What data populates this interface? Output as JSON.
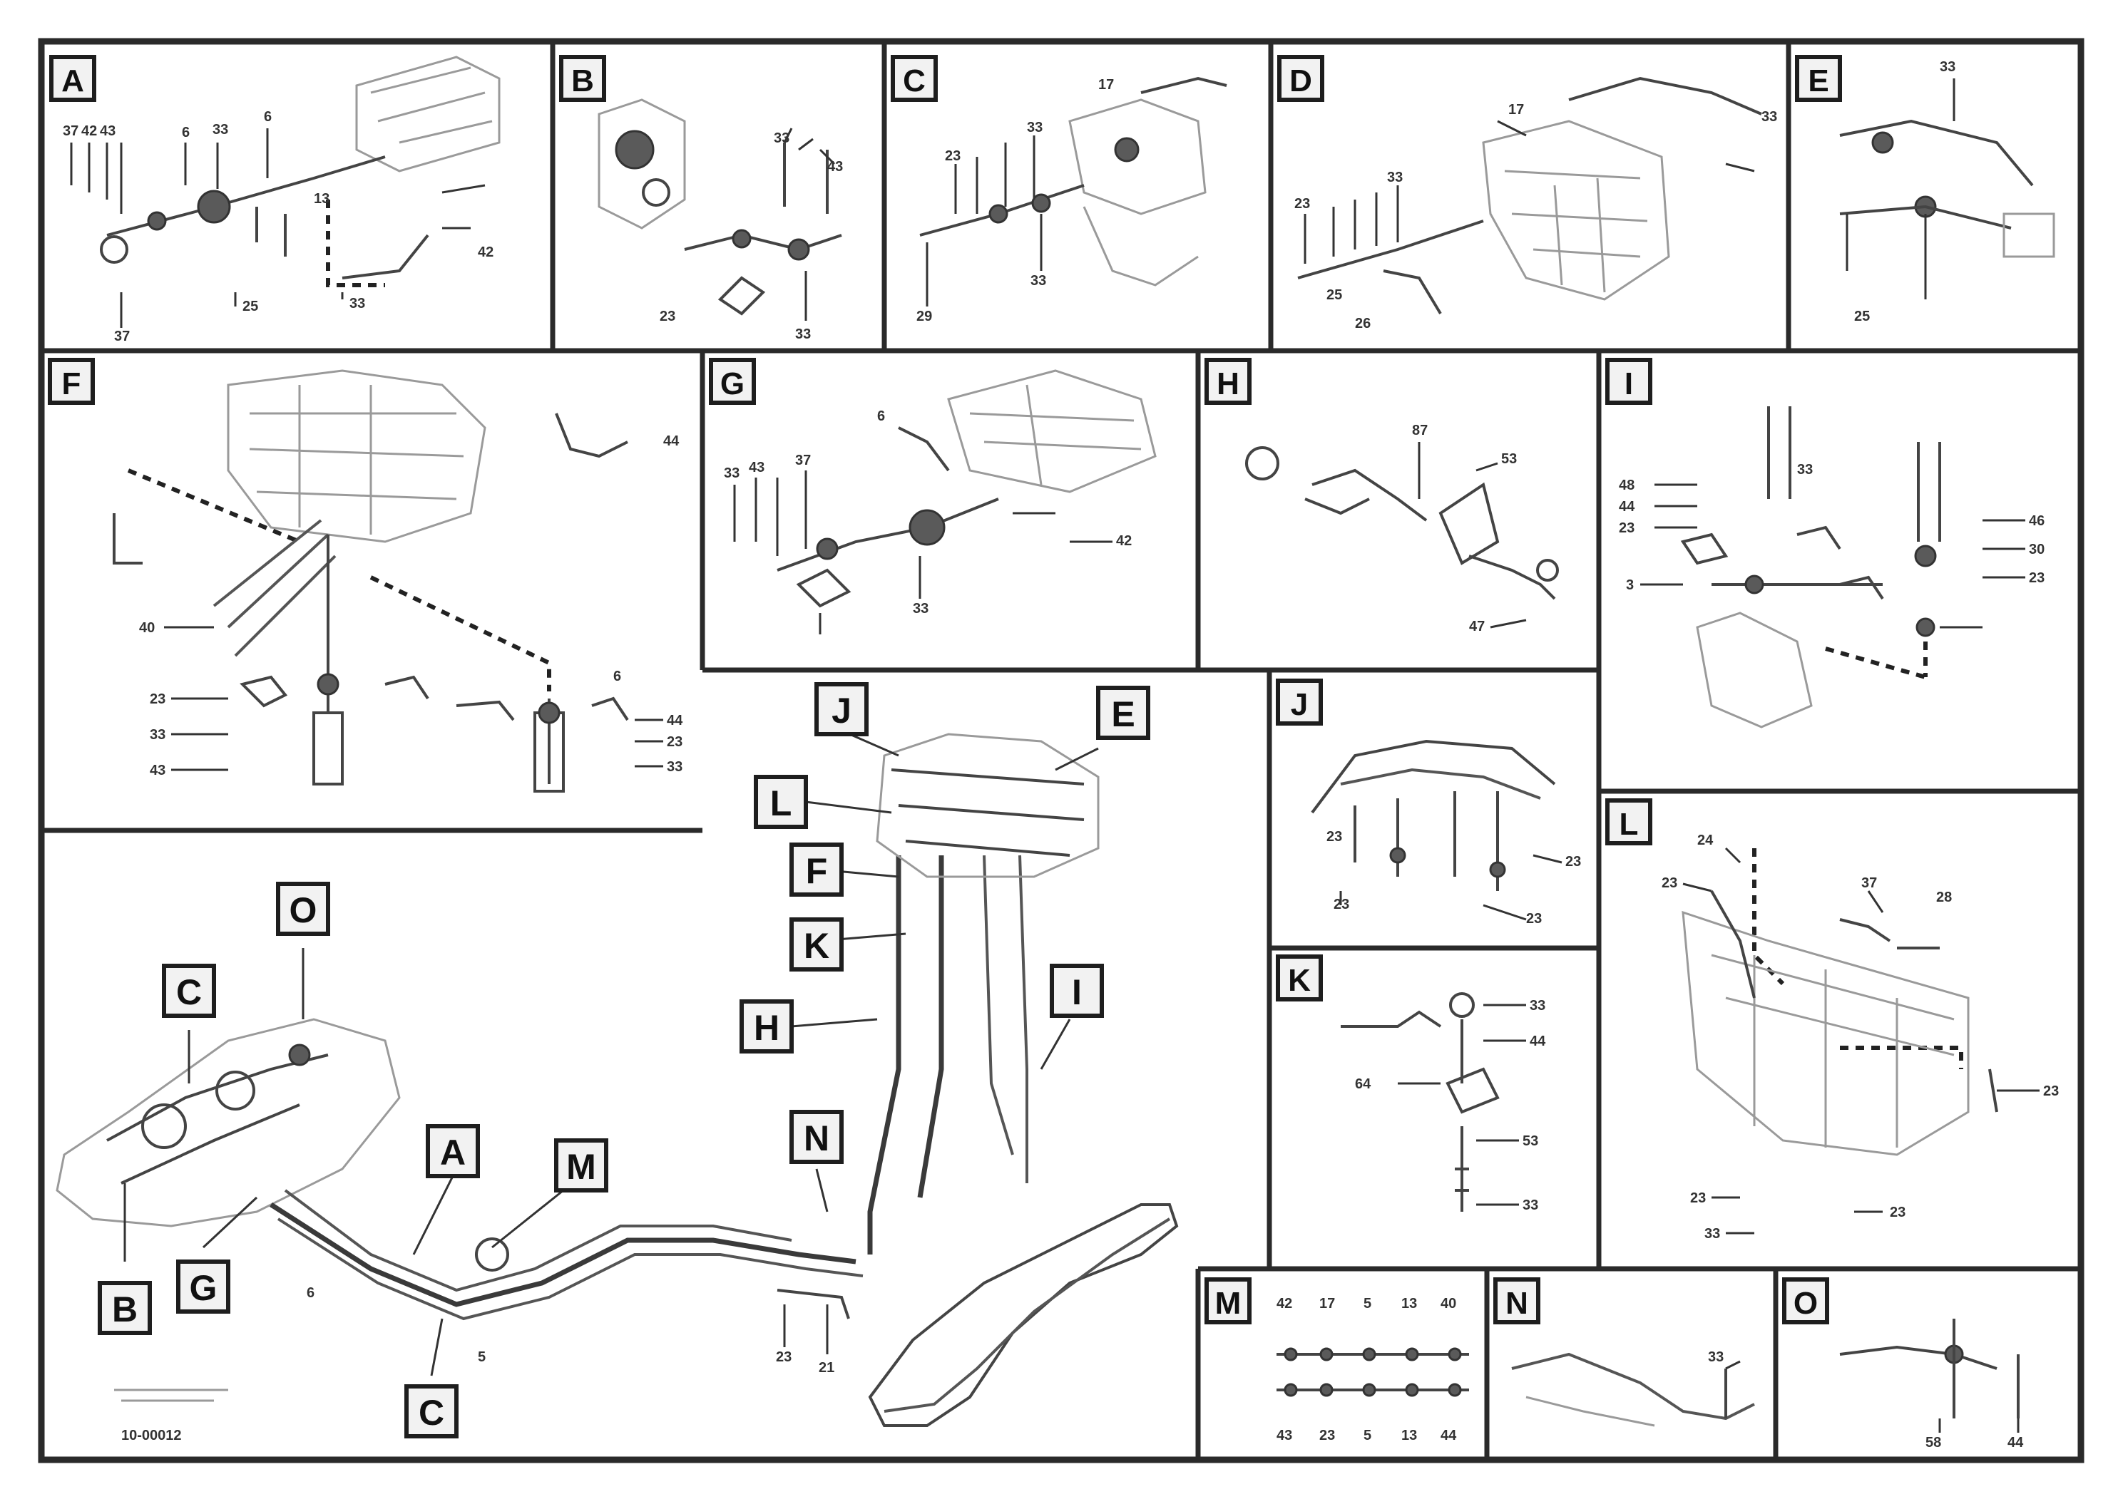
{
  "figure_code": "10-00012",
  "frame_label": "J",
  "panels": [
    {
      "id": "A",
      "label": "A"
    },
    {
      "id": "B",
      "label": "B"
    },
    {
      "id": "C",
      "label": "C"
    },
    {
      "id": "D",
      "label": "D"
    },
    {
      "id": "E",
      "label": "E"
    },
    {
      "id": "F",
      "label": "F"
    },
    {
      "id": "G",
      "label": "G"
    },
    {
      "id": "H",
      "label": "H"
    },
    {
      "id": "I",
      "label": "I"
    },
    {
      "id": "J",
      "label": "J"
    },
    {
      "id": "K",
      "label": "K"
    },
    {
      "id": "L",
      "label": "L"
    },
    {
      "id": "M",
      "label": "M"
    },
    {
      "id": "N",
      "label": "N"
    },
    {
      "id": "O",
      "label": "O"
    }
  ],
  "overview_callouts": [
    {
      "id": "O",
      "label": "O"
    },
    {
      "id": "C",
      "label": "C"
    },
    {
      "id": "B",
      "label": "B"
    },
    {
      "id": "G",
      "label": "G"
    },
    {
      "id": "A",
      "label": "A"
    },
    {
      "id": "M",
      "label": "M"
    },
    {
      "id": "C2",
      "label": "C"
    },
    {
      "id": "J",
      "label": "J"
    },
    {
      "id": "E",
      "label": "E"
    },
    {
      "id": "L",
      "label": "L"
    },
    {
      "id": "F",
      "label": "F"
    },
    {
      "id": "K",
      "label": "K"
    },
    {
      "id": "H",
      "label": "H"
    },
    {
      "id": "I",
      "label": "I"
    },
    {
      "id": "N",
      "label": "N"
    }
  ],
  "part_numbers": {
    "a1": "37",
    "a2": "42",
    "a3": "43",
    "a4": "6",
    "a5": "33",
    "a6": "6",
    "a7": "13",
    "a8": "42",
    "a9": "25",
    "a10": "33",
    "a11": "37",
    "b1": "33",
    "b2": "43",
    "b3": "23",
    "b4": "33",
    "c1": "17",
    "c2": "23",
    "c3": "33",
    "c4": "33",
    "c5": "29",
    "d1": "17",
    "d2": "23",
    "d3": "33",
    "d4": "25",
    "d5": "26",
    "d6": "33",
    "e1": "33",
    "e2": "25",
    "f1": "23",
    "f2": "33",
    "f3": "43",
    "f4": "44",
    "f5": "23",
    "f6": "33",
    "f7": "44",
    "f8": "40",
    "f9": "6",
    "g1": "33",
    "g2": "43",
    "g3": "37",
    "g4": "6",
    "g5": "33",
    "g6": "42",
    "h1": "87",
    "h2": "53",
    "h3": "47",
    "i1": "48",
    "i2": "44",
    "i3": "23",
    "i4": "33",
    "i5": "3",
    "i6": "46",
    "i7": "30",
    "i8": "23",
    "j1": "23",
    "j2": "23",
    "j3": "23",
    "j4": "23",
    "k1": "33",
    "k2": "44",
    "k3": "64",
    "k4": "53",
    "k5": "33",
    "l1": "24",
    "l2": "23",
    "l3": "37",
    "l4": "28",
    "l5": "23",
    "l6": "23",
    "l7": "33",
    "l8": "23",
    "m1": "42",
    "m2": "17",
    "m3": "5",
    "m4": "13",
    "m5": "40",
    "m6": "43",
    "m7": "23",
    "m8": "5",
    "m9": "13",
    "m10": "44",
    "n1": "33",
    "o1": "58",
    "o2": "44",
    "ov1": "6",
    "ov2": "5",
    "ov3": "23",
    "ov4": "21"
  }
}
